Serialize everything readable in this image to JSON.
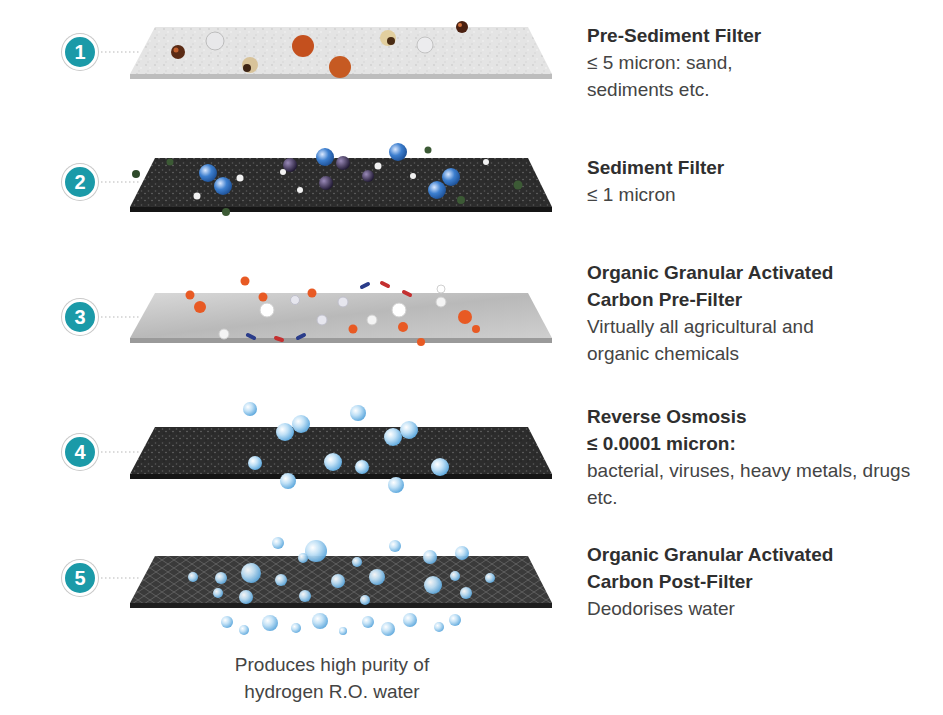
{
  "diagram": {
    "caption": "Produces high purity of hydrogen R.O. water",
    "nodes": [
      {
        "text": [
          "1"
        ]
      },
      {
        "text": [
          "2"
        ]
      },
      {
        "text": [
          "3"
        ]
      },
      {
        "text": [
          "4"
        ]
      },
      {
        "text": [
          "5"
        ]
      }
    ],
    "labels": [
      "Pre-Sediment Filter",
      "≤ 5 micron: sand, sediments etc.",
      "Sediment Filter",
      "≤ 1 micron",
      "Organic Granular Activated Carbon Pre-Filter",
      "Virtually all agricultural and organic chemicals",
      "Reverse Osmosis",
      "≤ 0.0001 micron:",
      "bacterial, viruses, heavy metals, drugs etc.",
      "Organic Granular Activated Carbon Post-Filter",
      "Deodorises water"
    ]
  }
}
